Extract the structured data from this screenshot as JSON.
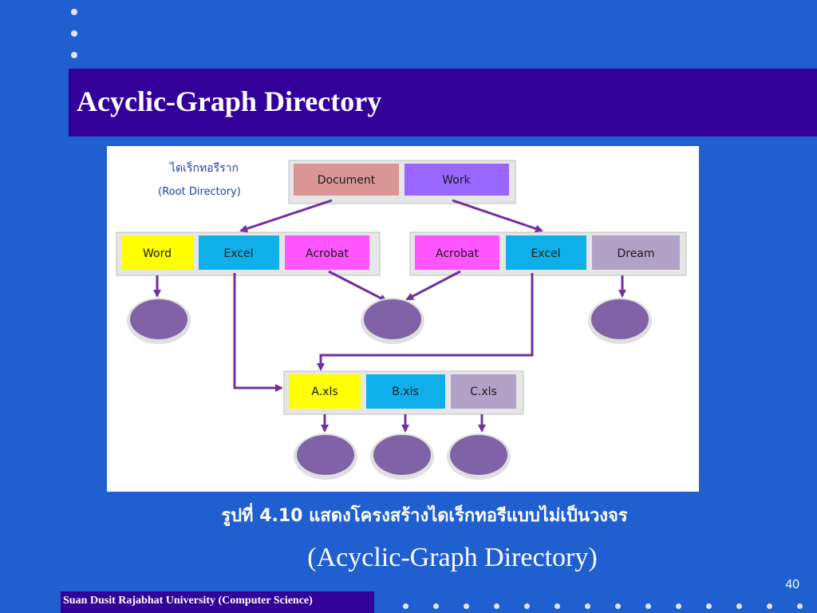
{
  "slide": {
    "title": "Acyclic-Graph Directory",
    "caption_thai": "รูปที่ 4.10 แสดงโครงสร้างไดเร็กทอรีแบบไม่เป็นวงจร",
    "caption_en": "(Acyclic-Graph Directory)",
    "page_number": "40",
    "footer": "Suan Dusit Rajabhat University (Computer Science)"
  },
  "diagram": {
    "root_label_thai": "ไดเร็กทอรีราก",
    "root_label_en": "(Root Directory)",
    "root_dirs": [
      {
        "label": "Document",
        "color": "#d99694"
      },
      {
        "label": "Work",
        "color": "#9966ff"
      }
    ],
    "left_dirs": [
      {
        "label": "Word",
        "color": "#ffff00"
      },
      {
        "label": "Excel",
        "color": "#0fb0ea"
      },
      {
        "label": "Acrobat",
        "color": "#ff55ff"
      }
    ],
    "right_dirs": [
      {
        "label": "Acrobat",
        "color": "#ff55ff"
      },
      {
        "label": "Excel",
        "color": "#0fb0ea"
      },
      {
        "label": "Dream",
        "color": "#b3a2c7"
      }
    ],
    "files": [
      {
        "label": "A.xls",
        "color": "#ffff00"
      },
      {
        "label": "B.xls",
        "color": "#0fb0ea"
      },
      {
        "label": "C.xls",
        "color": "#b3a2c7"
      }
    ],
    "arrow_color": "#7030a0",
    "node_color": "#7f63a6"
  }
}
